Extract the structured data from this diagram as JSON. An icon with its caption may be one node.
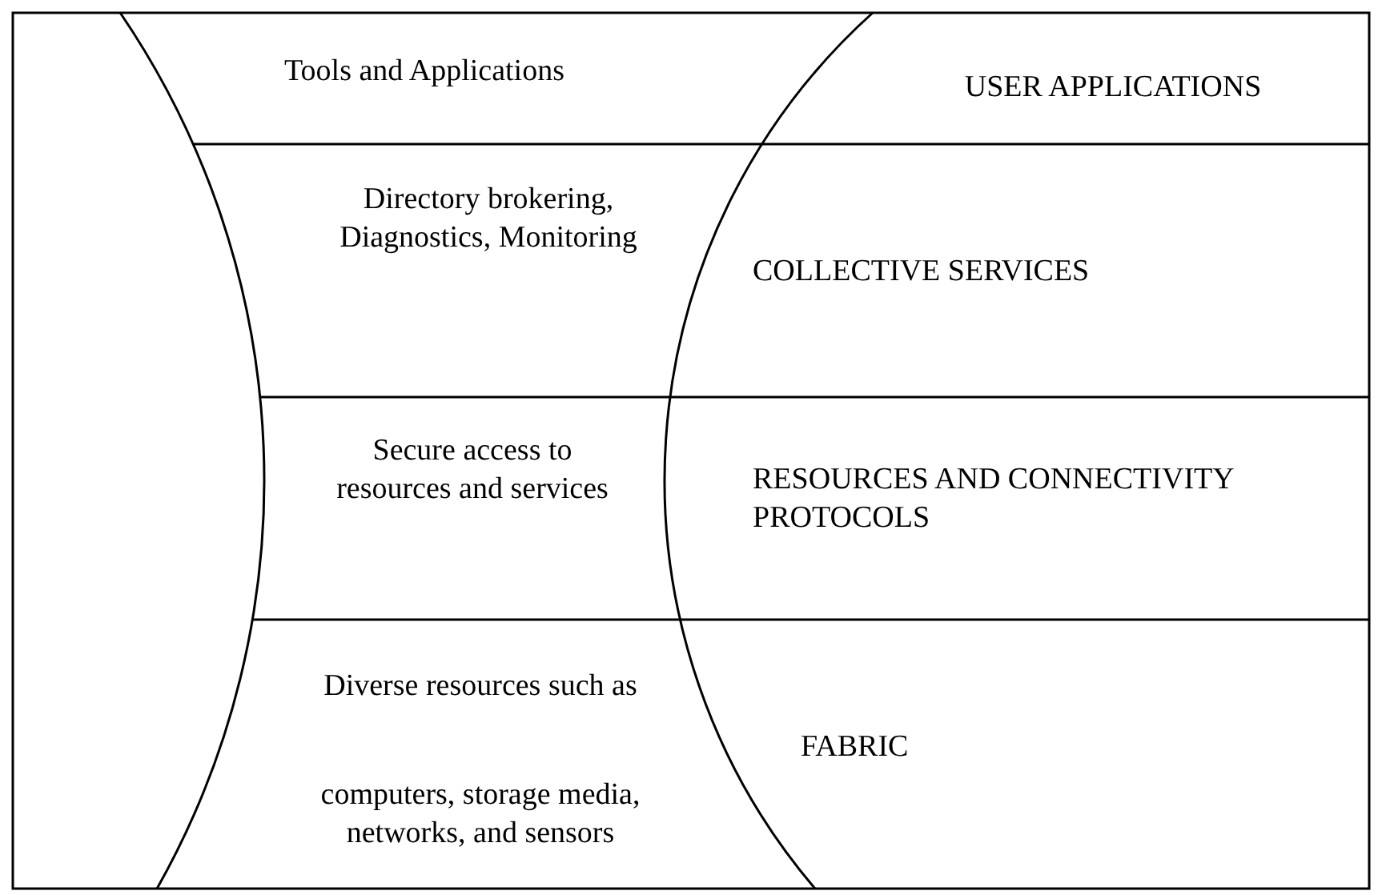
{
  "diagram": {
    "nodes": [
      {
        "text": [
          "Tools and Applications",
          "USER APPLICATIONS"
        ]
      },
      {
        "text": [
          "Directory brokering, Diagnostics, Monitoring",
          "COLLECTIVE SERVICES"
        ]
      },
      {
        "text": [
          "Secure access to resources and services",
          "RESOURCES AND CONNECTIVITY PROTOCOLS"
        ]
      },
      {
        "text": [
          "Diverse resources such as",
          "computers, storage media, networks, and sensors",
          "FABRIC"
        ]
      }
    ],
    "edges": []
  }
}
